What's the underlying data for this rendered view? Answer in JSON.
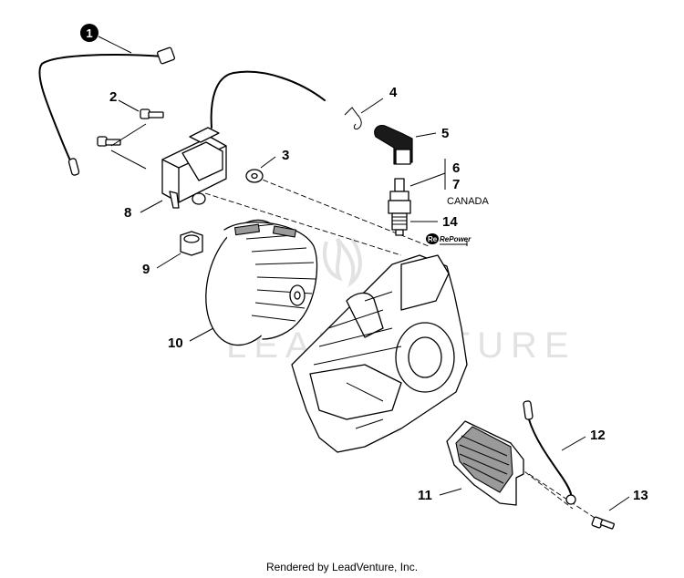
{
  "callouts": {
    "c1": "1",
    "c2": "2",
    "c3": "3",
    "c4": "4",
    "c5": "5",
    "c6": "6",
    "c7": "7",
    "c7_note": "CANADA",
    "c8": "8",
    "c9": "9",
    "c10": "10",
    "c11": "11",
    "c12": "12",
    "c13": "13",
    "c14": "14"
  },
  "repower_logo": "RePower",
  "watermark": "LEADVENTURE",
  "footer": "Rendered by LeadVenture, Inc.",
  "colors": {
    "line": "#000000",
    "background": "#ffffff",
    "watermark": "#dcdcdc"
  }
}
